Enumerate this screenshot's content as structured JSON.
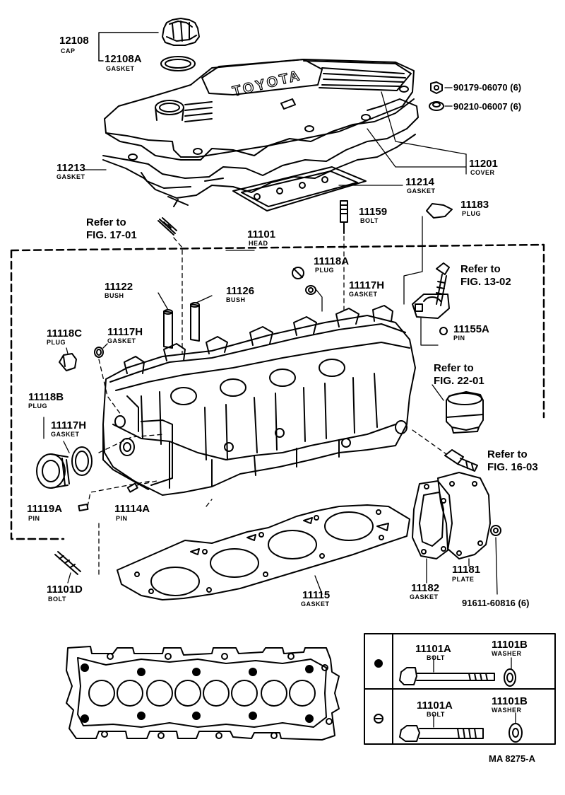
{
  "parts": {
    "cap": {
      "number": "12108",
      "name": "CAP"
    },
    "cap_gasket": {
      "number": "12108A",
      "name": "GASKET"
    },
    "nut": {
      "number": "90179-06070 (6)"
    },
    "grommet": {
      "number": "90210-06007 (6)"
    },
    "cover_gasket": {
      "number": "11213",
      "name": "GASKET"
    },
    "cover": {
      "number": "11201",
      "name": "COVER"
    },
    "plug_gasket": {
      "number": "11214",
      "name": "GASKET"
    },
    "bolt_11159": {
      "number": "11159",
      "name": "BOLT"
    },
    "plug_11183": {
      "number": "11183",
      "name": "PLUG"
    },
    "head": {
      "number": "11101",
      "name": "HEAD"
    },
    "plug_11118a": {
      "number": "11118A",
      "name": "PLUG"
    },
    "gasket_11117h_top": {
      "number": "11117H",
      "name": "GASKET"
    },
    "bush_11122": {
      "number": "11122",
      "name": "BUSH"
    },
    "bush_11126": {
      "number": "11126",
      "name": "BUSH"
    },
    "plug_11118c": {
      "number": "11118C",
      "name": "PLUG"
    },
    "gasket_11117h_mid": {
      "number": "11117H",
      "name": "GASKET"
    },
    "pin_11155a": {
      "number": "11155A",
      "name": "PIN"
    },
    "plug_11118b": {
      "number": "11118B",
      "name": "PLUG"
    },
    "gasket_11117h_low": {
      "number": "11117H",
      "name": "GASKET"
    },
    "pin_11119a": {
      "number": "11119A",
      "name": "PIN"
    },
    "pin_11114a": {
      "number": "11114A",
      "name": "PIN"
    },
    "bolt_11101d": {
      "number": "11101D",
      "name": "BOLT"
    },
    "head_gasket": {
      "number": "11115",
      "name": "GASKET"
    },
    "plate_gasket": {
      "number": "11182",
      "name": "GASKET"
    },
    "plate": {
      "number": "11181",
      "name": "PLATE"
    },
    "bolt_91611": {
      "number": "91611-60816 (6)"
    }
  },
  "refs": {
    "fig_17_01": {
      "line1": "Refer to",
      "line2": "FIG. 17-01"
    },
    "fig_13_02": {
      "line1": "Refer to",
      "line2": "FIG. 13-02"
    },
    "fig_22_01": {
      "line1": "Refer to",
      "line2": "FIG. 22-01"
    },
    "fig_16_03": {
      "line1": "Refer to",
      "line2": "FIG. 16-03"
    }
  },
  "cover_logo": "TOYOTA",
  "bolt_table": {
    "rows": [
      {
        "bolt_number": "11101A",
        "bolt_name": "BOLT",
        "washer_number": "11101B",
        "washer_name": "WASHER"
      },
      {
        "bolt_number": "11101A",
        "bolt_name": "BOLT",
        "washer_number": "11101B",
        "washer_name": "WASHER"
      }
    ]
  },
  "figure_code": "MA 8275-A"
}
